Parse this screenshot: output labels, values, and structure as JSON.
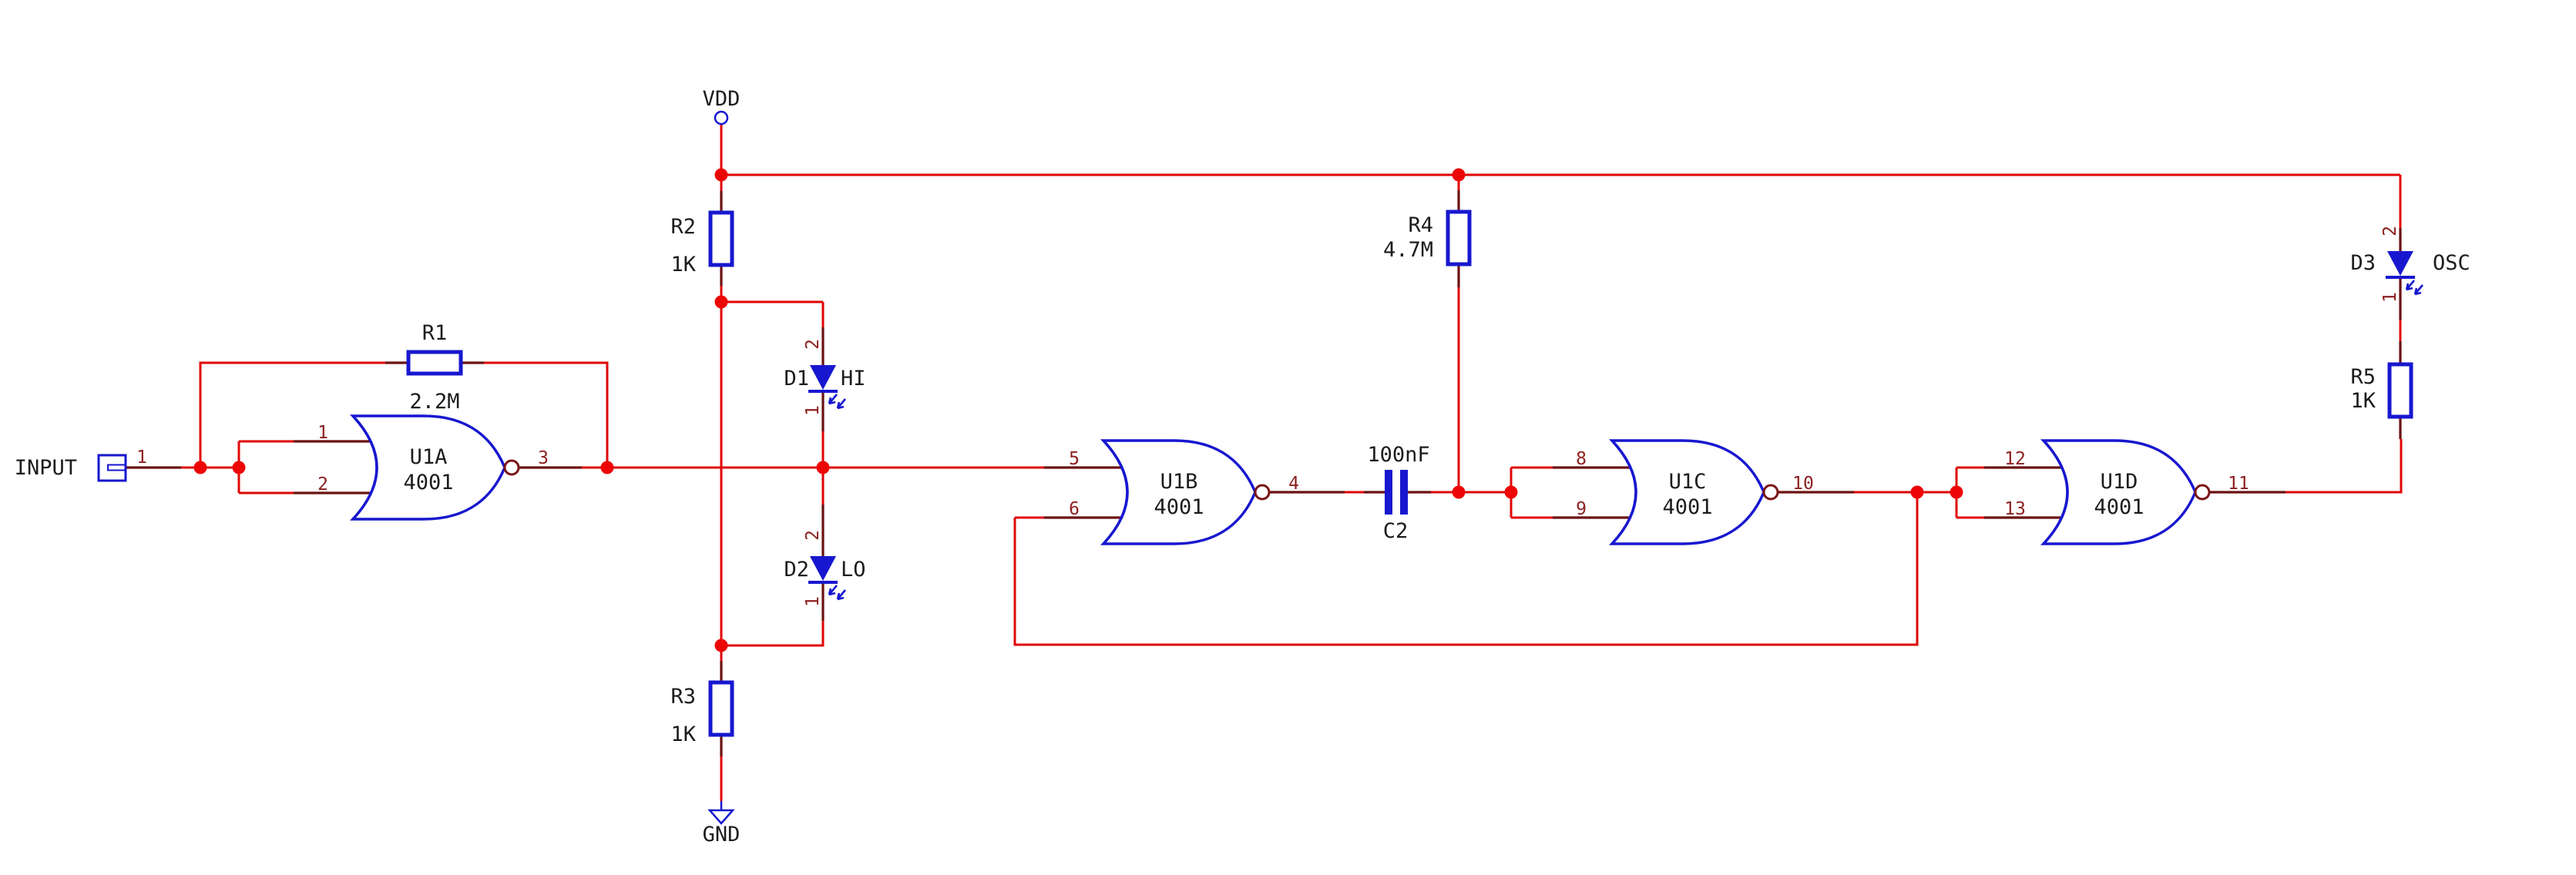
{
  "colors": {
    "wire": "#e00606",
    "pin": "#6b1212",
    "pin-number": "#8c1f1f",
    "symbol": "#1717cf",
    "text": "#1c1c1c",
    "junction": "#ed0606",
    "bubble": "#7a1515"
  },
  "power": {
    "vdd": "VDD",
    "gnd": "GND"
  },
  "connector": {
    "label": "INPUT",
    "pin": "1"
  },
  "gates": [
    {
      "ref": "U1A",
      "value": "4001",
      "pins": {
        "in1": "1",
        "in2": "2",
        "out": "3"
      }
    },
    {
      "ref": "U1B",
      "value": "4001",
      "pins": {
        "in1": "5",
        "in2": "6",
        "out": "4"
      }
    },
    {
      "ref": "U1C",
      "value": "4001",
      "pins": {
        "in1": "8",
        "in2": "9",
        "out": "10"
      }
    },
    {
      "ref": "U1D",
      "value": "4001",
      "pins": {
        "in1": "12",
        "in2": "13",
        "out": "11"
      }
    }
  ],
  "resistors": [
    {
      "ref": "R1",
      "value": "2.2M"
    },
    {
      "ref": "R2",
      "value": "1K"
    },
    {
      "ref": "R3",
      "value": "1K"
    },
    {
      "ref": "R4",
      "value": "4.7M"
    },
    {
      "ref": "R5",
      "value": "1K"
    }
  ],
  "capacitor": {
    "ref": "C2",
    "value": "100nF"
  },
  "leds": [
    {
      "ref": "D1",
      "label": "HI",
      "pin_anode": "2",
      "pin_cathode": "1"
    },
    {
      "ref": "D2",
      "label": "LO",
      "pin_anode": "2",
      "pin_cathode": "1"
    },
    {
      "ref": "D3",
      "label": "OSC",
      "pin_anode": "2",
      "pin_cathode": "1"
    }
  ]
}
